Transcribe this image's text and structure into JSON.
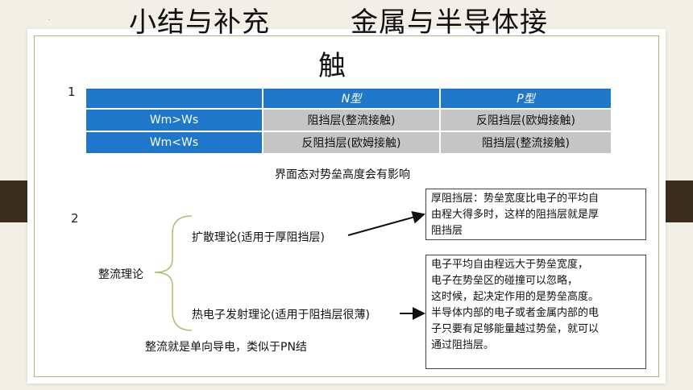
{
  "title": {
    "part1": "小结与补充",
    "part2": "金属与半导体接",
    "part3": "触"
  },
  "section_numbers": [
    "1",
    "2"
  ],
  "table": {
    "headers": [
      "",
      "N型",
      "P型"
    ],
    "rows": [
      {
        "label": "Wm>Ws",
        "n": "阻挡层(整流接触)",
        "p": "反阻挡层(欧姆接触)"
      },
      {
        "label": "Wm<Ws",
        "n": "反阻挡层(欧姆接触)",
        "p": "阻挡层(整流接触)"
      }
    ]
  },
  "interface_note": "界面态对势垒高度会有影响",
  "theory": {
    "root": "整流理论",
    "branch1": "扩散理论(适用于厚阻挡层)",
    "branch2": "热电子发射理论(适用于阻挡层很薄)"
  },
  "box1_lines": [
    "厚阻挡层：势垒宽度比电子的平均自",
    "由程大得多时，这样的阻挡层就是厚",
    "阻挡层"
  ],
  "box2_lines": [
    "电子平均自由程远大于势垒宽度，",
    "电子在势垒区的碰撞可以忽略，",
    "这时候，起决定作用的是势垒高度。",
    "半导体内部的电子或者金属内部的电",
    "子只要有足够能量越过势垒，就可以",
    "通过阻挡层。"
  ],
  "bottom_note": "整流就是单向导电，类似于PN结",
  "colors": {
    "table_header": "#1f77c9",
    "table_cell": "#c5c5c5",
    "background": "#f2efe6",
    "tab": "#3a2c1f"
  }
}
